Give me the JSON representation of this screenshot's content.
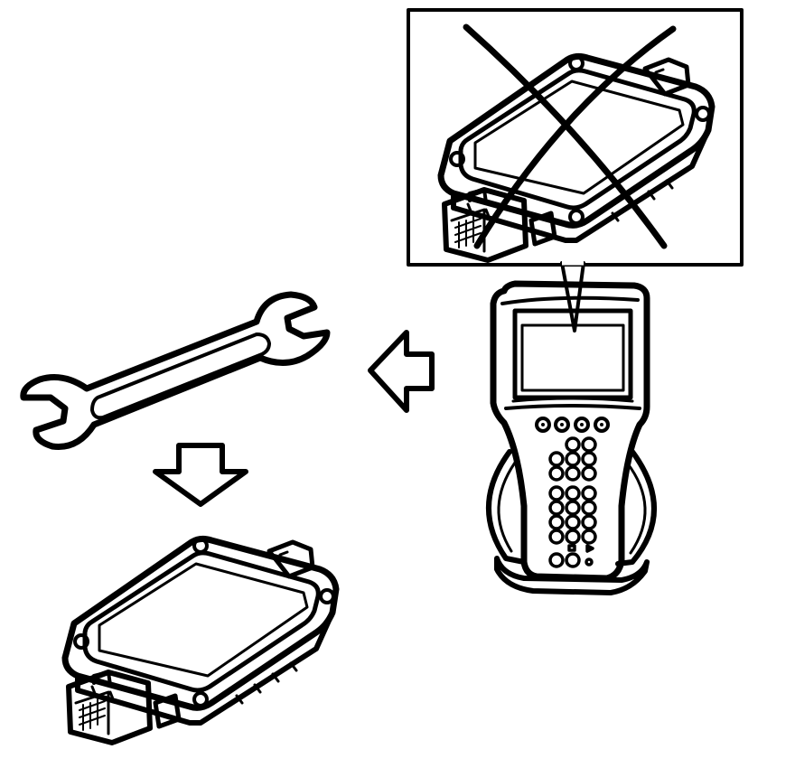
{
  "figure": {
    "texts": [],
    "colors": {
      "ink": "#000000",
      "paper": "#ffffff"
    },
    "items": [
      {
        "key": "old_module",
        "icon": "control-module-icon",
        "state": "crossed-out"
      },
      {
        "key": "scan_tool",
        "icon": "scan-tool-icon"
      },
      {
        "key": "arrow_left",
        "icon": "hollow-arrow-left-icon"
      },
      {
        "key": "wrench",
        "icon": "open-end-wrench-icon"
      },
      {
        "key": "arrow_down",
        "icon": "hollow-arrow-down-icon"
      },
      {
        "key": "new_module",
        "icon": "control-module-icon"
      }
    ]
  }
}
